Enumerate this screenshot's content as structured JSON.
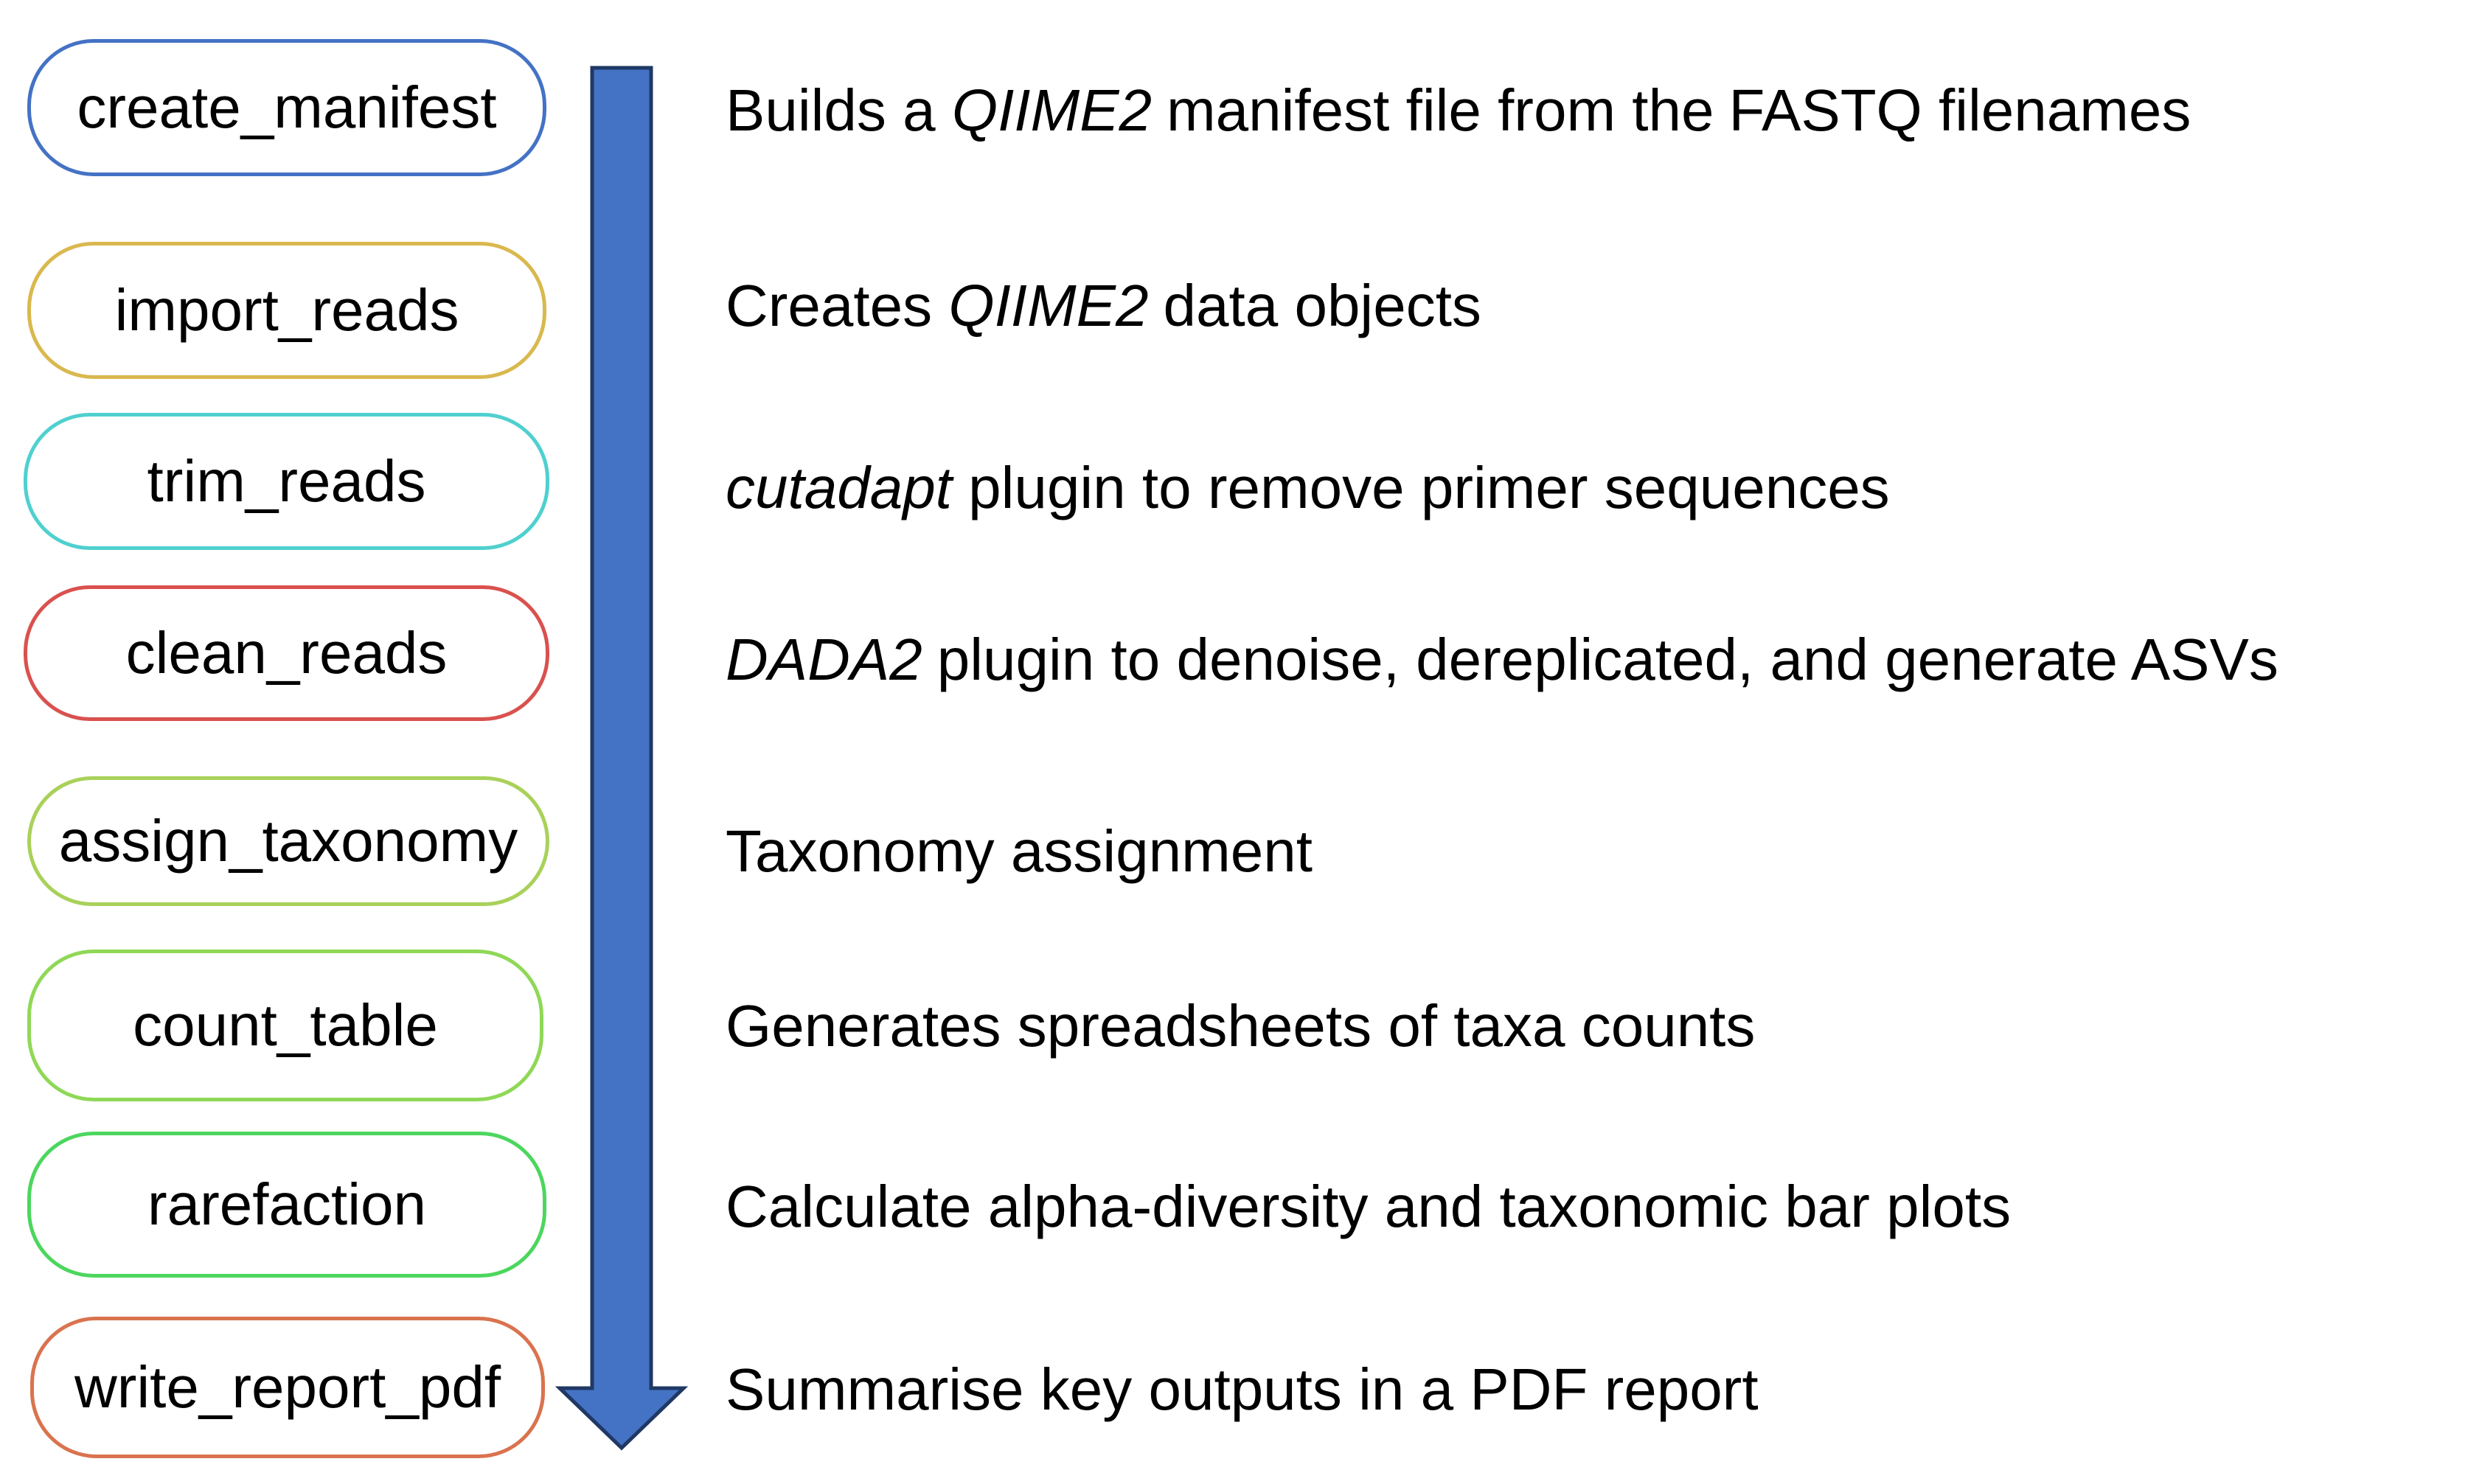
{
  "colors": {
    "arrow_fill": "#4472C4",
    "arrow_stroke": "#1F3864"
  },
  "steps": [
    {
      "label": "create_manifest",
      "color": "#4472C4"
    },
    {
      "label": "import_reads",
      "color": "#D9B84E"
    },
    {
      "label": "trim_reads",
      "color": "#4FD0CF"
    },
    {
      "label": "clean_reads",
      "color": "#D9514E"
    },
    {
      "label": "assign_taxonomy",
      "color": "#A9D15A"
    },
    {
      "label": "count_table",
      "color": "#8FD857"
    },
    {
      "label": "rarefaction",
      "color": "#4CD65E"
    },
    {
      "label": "write_report_pdf",
      "color": "#D9734E"
    }
  ],
  "descriptions": [
    {
      "pre": "Builds a ",
      "em": "QIIME2",
      "post": "manifest file from the",
      "post2": "FASTQ  filenames"
    },
    {
      "pre": "Creates ",
      "em": "QIIME2",
      "post": "data objects"
    },
    {
      "em": "cutadapt",
      "post": " plugin to remove primer sequences"
    },
    {
      "em": "DADA2",
      "post": "plugin to denoise, dereplicated, and generate ASVs"
    },
    {
      "text": "Taxonomy assignment"
    },
    {
      "text": "Generates spreadsheets of taxa counts"
    },
    {
      "text": "Calculate alpha-diversity and taxonomic bar plots"
    },
    {
      "text": "Summarise key outputs in a PDF report"
    }
  ]
}
